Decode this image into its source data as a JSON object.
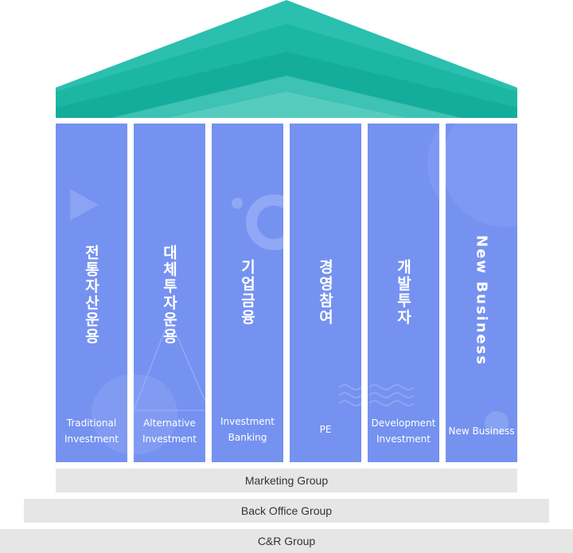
{
  "pillars": [
    {
      "korean": "전통자산운용",
      "english": [
        "Traditional",
        "Investment"
      ]
    },
    {
      "korean": "대체투자운용",
      "english": [
        "Alternative",
        "Investment"
      ]
    },
    {
      "korean": "기업금융",
      "english": [
        "Investment",
        "Banking"
      ]
    },
    {
      "korean": "경영참여",
      "english": [
        "PE"
      ]
    },
    {
      "korean": "개발투자",
      "english": [
        "Development",
        "Investment"
      ]
    },
    {
      "korean": "New Business",
      "english": [
        "New Business"
      ]
    }
  ],
  "groups": {
    "marketing": "Marketing Group",
    "back_office": "Back Office Group",
    "cr": "C&R Group"
  },
  "colors": {
    "roof_dark": "#19b09c",
    "roof_mid": "#2bbfaf",
    "roof_light": "#5fd1c4",
    "pillar": "#7592f1",
    "band": "#e6e6e6"
  }
}
